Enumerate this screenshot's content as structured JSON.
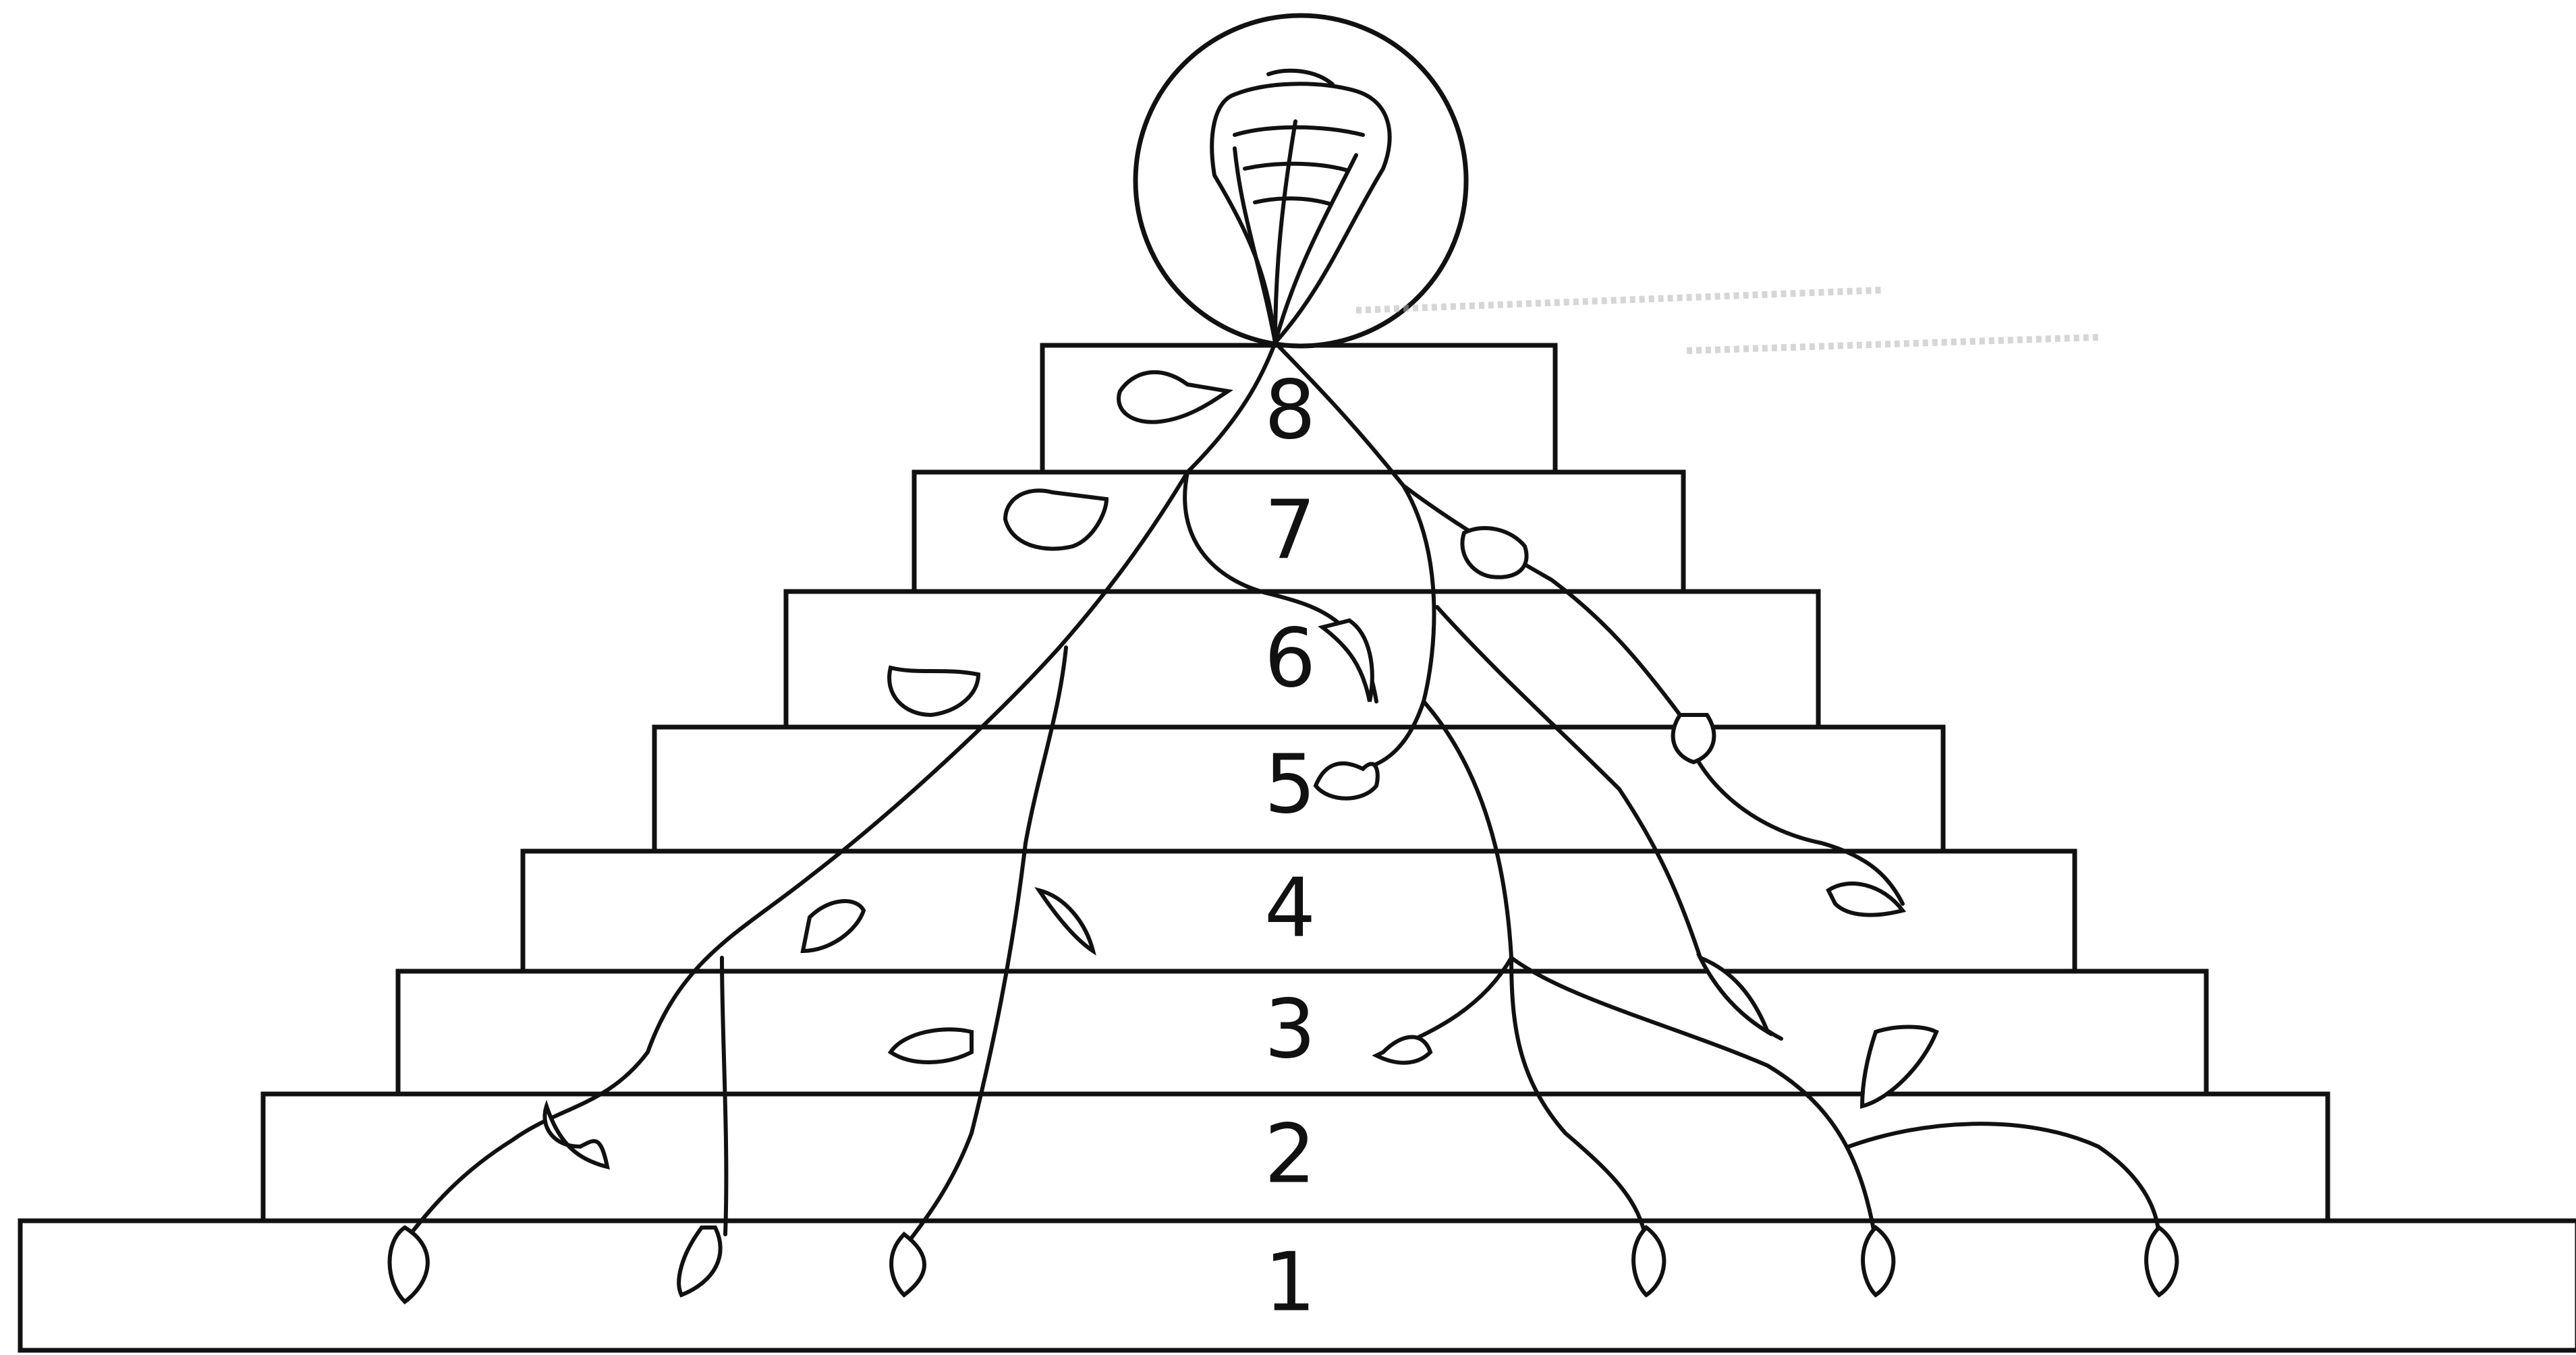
{
  "diagram": {
    "levels": [
      {
        "label": "1"
      },
      {
        "label": "2"
      },
      {
        "label": "3"
      },
      {
        "label": "4"
      },
      {
        "label": "5"
      },
      {
        "label": "6"
      },
      {
        "label": "7"
      },
      {
        "label": "8"
      }
    ],
    "apex": {
      "icon": "lotus-flower-icon",
      "shape": "circle"
    },
    "colors": {
      "ink": "#111111",
      "paper": "#ffffff",
      "faint_text": "#9a9a9a"
    }
  }
}
